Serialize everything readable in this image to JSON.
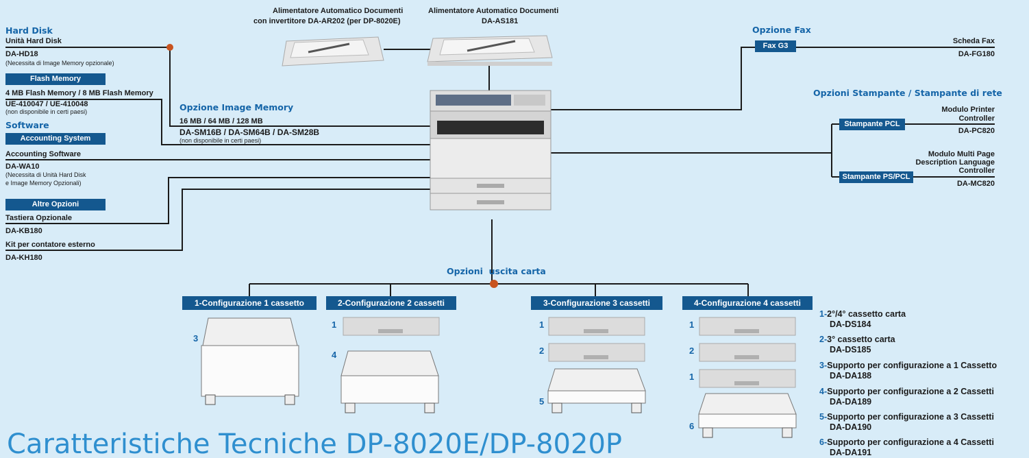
{
  "adf": {
    "left_name": "Alimentatore Automatico Documenti",
    "left_model": "con invertitore DA-AR202 (per DP-8020E)",
    "right_name": "Alimentatore Automatico Documenti",
    "right_model": "DA-AS181"
  },
  "left": {
    "hard_disk_heading": "Hard Disk",
    "hdd_name": "Unità Hard Disk",
    "hdd_model": "DA-HD18",
    "hdd_note": "(Necessita di Image Memory opzionale)",
    "flash_bar": "Flash Memory",
    "flash_name": "4 MB Flash Memory / 8 MB Flash Memory",
    "flash_model": "UE-410047 / UE-410048",
    "flash_note": "(non disponibile in certi paesi)",
    "software_heading": "Software",
    "accounting_bar": "Accounting System",
    "acc_name": "Accounting Software",
    "acc_model": "DA-WA10",
    "acc_note1": "(Necessita di Unità Hard Disk",
    "acc_note2": "e Image Memory Opzionali)",
    "other_bar": "Altre Opzioni",
    "kb_name": "Tastiera Opzionale",
    "kb_model": "DA-KB180",
    "kit_name": "Kit per contatore esterno",
    "kit_model": "DA-KH180"
  },
  "image_memory": {
    "heading": "Opzione Image Memory",
    "sizes": "16 MB / 64 MB / 128 MB",
    "models": "DA-SM16B / DA-SM64B / DA-SM28B",
    "note": "(non disponibile in certi paesi)"
  },
  "fax": {
    "heading": "Opzione Fax",
    "bar": "Fax G3",
    "name": "Scheda Fax",
    "model": "DA-FG180"
  },
  "printer": {
    "heading": "Opzioni Stampante / Stampante di rete",
    "pcl_bar": "Stampante PCL",
    "pcl_name1": "Modulo Printer",
    "pcl_name2": "Controller",
    "pcl_model": "DA-PC820",
    "ps_bar": "Stampante PS/PCL",
    "ps_name1": "Modulo Multi Page",
    "ps_name2": "Description Language",
    "ps_name3": "Controller",
    "ps_model": "DA-MC820"
  },
  "paper": {
    "heading": "Opzioni  uscita carta",
    "configs": [
      "1-Configurazione 1 cassetto",
      "2-Configurazione 2 cassetti",
      "3-Configurazione 3 cassetti",
      "4-Configurazione 4 cassetti"
    ],
    "markers": [
      "3",
      "1",
      "4",
      "1",
      "2",
      "5",
      "1",
      "2",
      "1",
      "6"
    ]
  },
  "legend": [
    {
      "num": "1-",
      "name": "2°/4° cassetto carta",
      "model": "DA-DS184"
    },
    {
      "num": "2-",
      "name": "3° cassetto carta",
      "model": "DA-DS185"
    },
    {
      "num": "3-",
      "name": "Supporto per configurazione a 1 Cassetto",
      "model": "DA-DA188"
    },
    {
      "num": "4-",
      "name": "Supporto per configurazione a 2 Cassetti",
      "model": "DA-DA189"
    },
    {
      "num": "5-",
      "name": "Supporto per configurazione a 3 Cassetti",
      "model": "DA-DA190"
    },
    {
      "num": "6-",
      "name": "Supporto per configurazione a 4 Cassetti",
      "model": "DA-DA191"
    }
  ],
  "page_title": "Caratteristiche Tecniche DP-8020E/DP-8020P",
  "colors": {
    "accent": "#14588f",
    "heading": "#1565a8",
    "background": "#d8ecf8",
    "node": "#c8531f",
    "title": "#2f8fcf"
  }
}
